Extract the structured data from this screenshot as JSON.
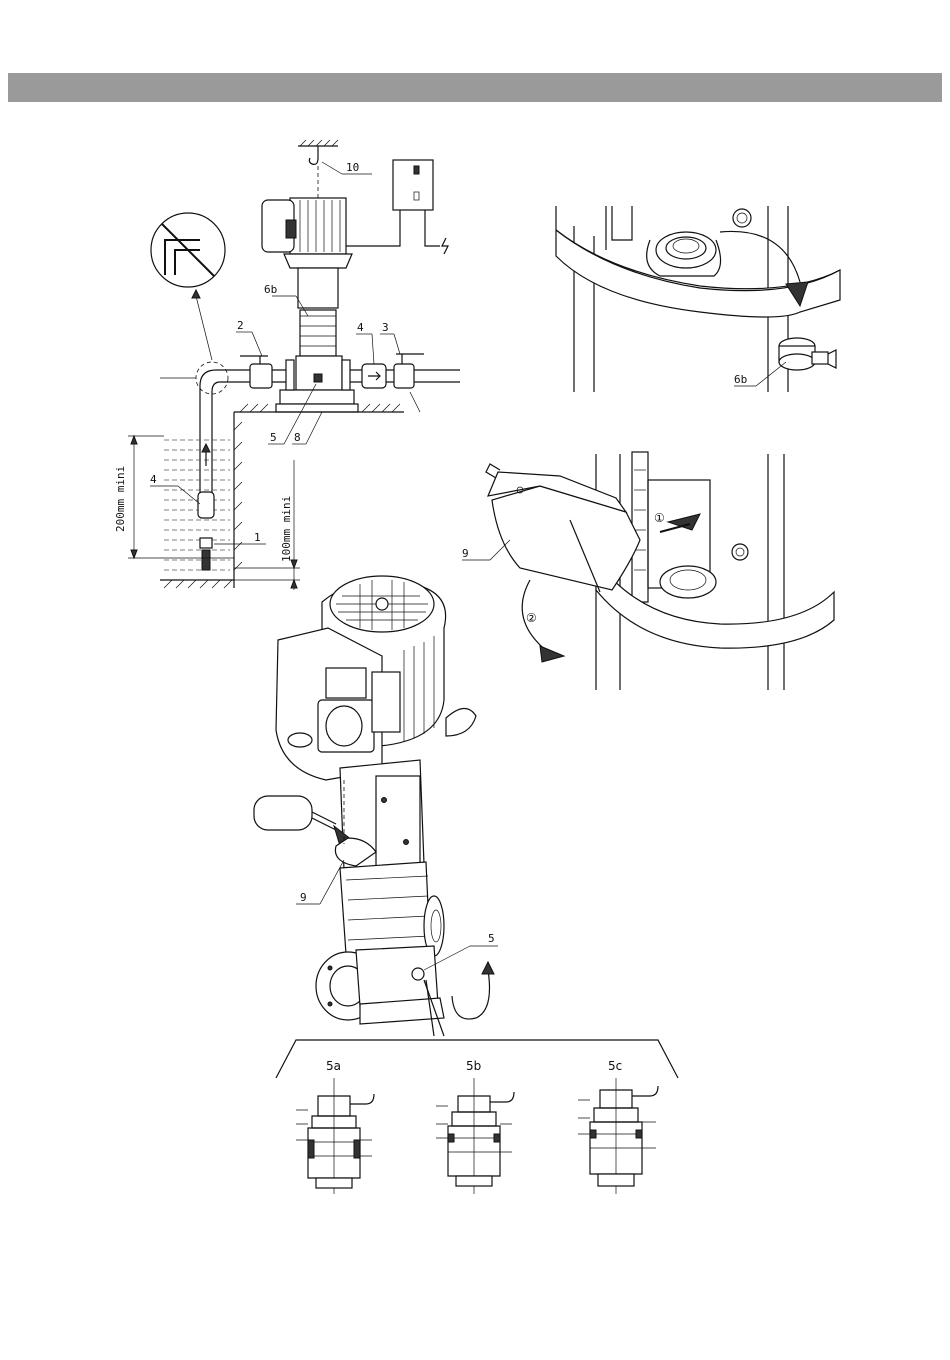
{
  "header": {
    "bar_color": "#9a9a9a"
  },
  "fig1": {
    "labels": {
      "hook": "10",
      "expansion_vessel": "6b",
      "valve_suction": "2",
      "check_valve": "4",
      "valve_discharge": "3",
      "drain_plug": "5",
      "base": "8",
      "foot_valve_check": "4",
      "strainer": "1"
    },
    "dim_depth": "200mm mini",
    "dim_clearance": "100mm mini",
    "prohibited_icon": "prohibited-bend-icon"
  },
  "fig2": {
    "labels": {
      "vessel": "6b"
    }
  },
  "fig3": {
    "labels": {
      "cover": "9",
      "step1": "①",
      "step2": "②"
    }
  },
  "fig4": {
    "labels": {
      "cover": "9",
      "drain": "5"
    }
  },
  "details": [
    {
      "id": "5a"
    },
    {
      "id": "5b"
    },
    {
      "id": "5c"
    }
  ]
}
